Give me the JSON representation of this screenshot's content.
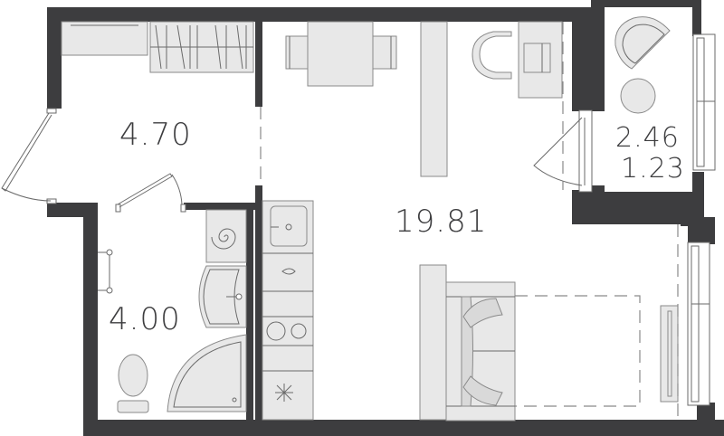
{
  "floor_plan": {
    "type": "studio apartment",
    "colors": {
      "wall": "#3d3d3f",
      "furniture_fill": "#e8e8e8",
      "furniture_stroke": "#8a8a8a",
      "label": "#3d3d3f",
      "background": "#ffffff"
    },
    "rooms": [
      {
        "id": "hallway",
        "area": "4.70",
        "furniture": [
          "wardrobe",
          "shelf"
        ]
      },
      {
        "id": "bathroom",
        "area": "4.00",
        "furniture": [
          "toilet",
          "sink",
          "corner-shower",
          "water-heater",
          "towel-rail"
        ]
      },
      {
        "id": "living-room",
        "area": "19.81",
        "furniture": [
          "dining-table",
          "chair",
          "chair",
          "bar-counter",
          "armchair",
          "desk",
          "sofa",
          "tv-stand",
          "kitchen-sink",
          "stove",
          "fridge"
        ]
      },
      {
        "id": "balcony",
        "area_total": "2.46",
        "area_reduced": "1.23",
        "furniture": [
          "armchair",
          "round-table"
        ]
      }
    ]
  }
}
